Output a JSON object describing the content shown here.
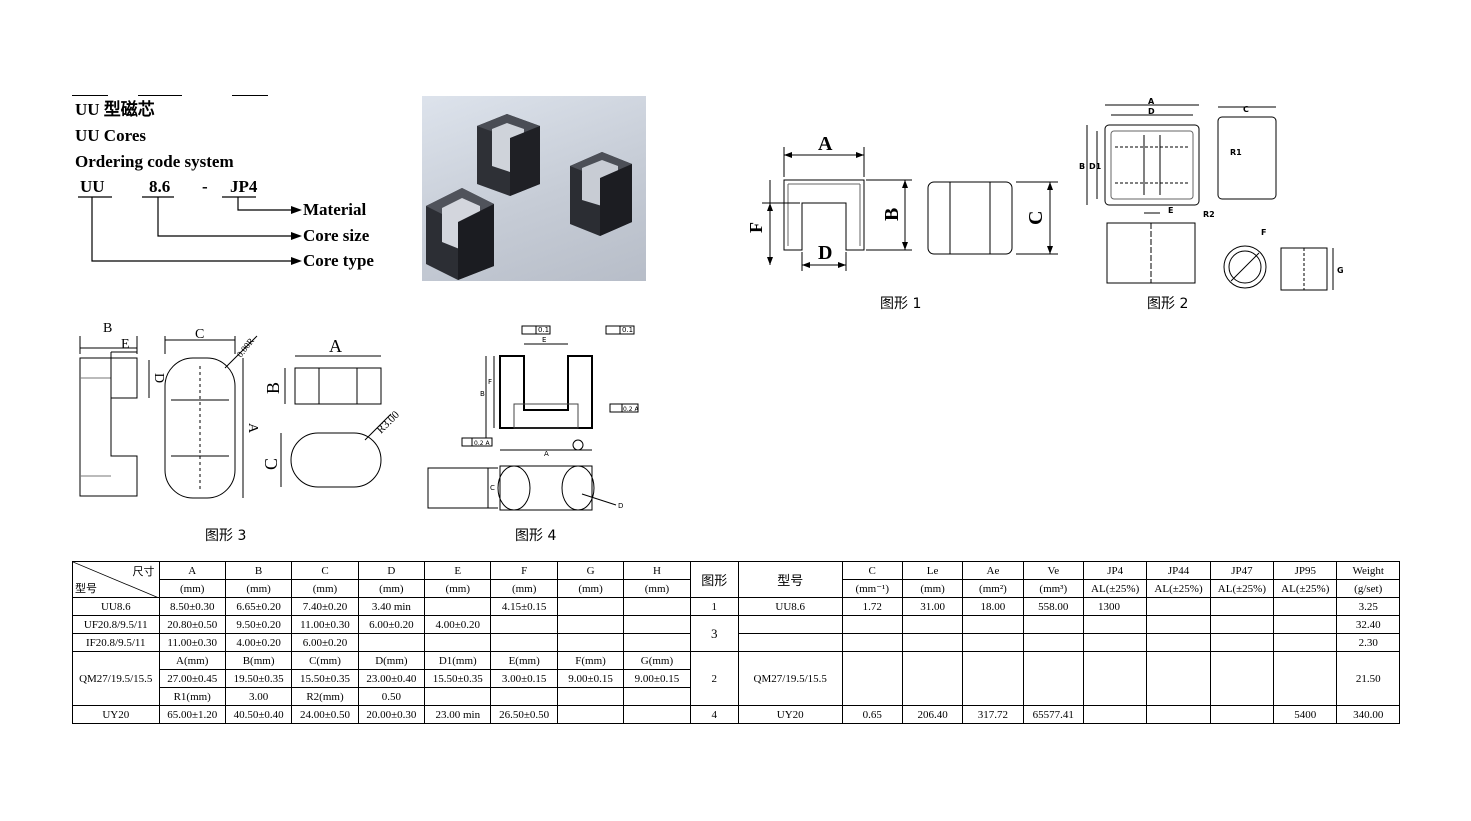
{
  "header": {
    "title_cn": "UU   型磁芯",
    "title_en": "UU   Cores",
    "ordering": "Ordering code system",
    "code_type": "UU",
    "code_size": "8.6",
    "code_dash": "-",
    "code_material": "JP4",
    "label_material": "Material",
    "label_size": "Core size",
    "label_type": "Core type"
  },
  "captions": {
    "fig1": "图形 1",
    "fig2": "图形 2",
    "fig3": "图形 3",
    "fig4": "图形 4"
  },
  "fig1": {
    "A": "A",
    "B": "B",
    "C": "C",
    "D": "D",
    "F": "F"
  },
  "fig2": {
    "A": "A",
    "D": "D",
    "C": "C",
    "B": "B",
    "D1": "D1",
    "R1": "R1",
    "R2": "R2",
    "E": "E",
    "F": "F",
    "G": "G"
  },
  "fig3": {
    "B": "B",
    "E": "E",
    "C": "C",
    "D": "D",
    "A": "A",
    "A2": "A",
    "B2": "B",
    "C2": "C",
    "R08": "0.00R",
    "R3": "R3.00"
  },
  "fig4": {
    "E": "E",
    "F": "F",
    "B": "B",
    "A": "A",
    "C": "C",
    "D": "D",
    "tol1": "0.1",
    "tol2": "0.1",
    "tol3": "0.2 A",
    "tol4": "0.2 A"
  },
  "table": {
    "corner_top": "尺寸",
    "corner_bottom": "型号",
    "head": [
      {
        "l1": "A",
        "l2": "(mm)"
      },
      {
        "l1": "B",
        "l2": "(mm)"
      },
      {
        "l1": "C",
        "l2": "(mm)"
      },
      {
        "l1": "D",
        "l2": "(mm)"
      },
      {
        "l1": "E",
        "l2": "(mm)"
      },
      {
        "l1": "F",
        "l2": "(mm)"
      },
      {
        "l1": "G",
        "l2": "(mm)"
      },
      {
        "l1": "H",
        "l2": "(mm)"
      }
    ],
    "col_fig": "图形",
    "col_model": "型号",
    "col_c1": "C",
    "col_c1_unit": "(mm⁻¹)",
    "col_le": "Le",
    "col_le_unit": "(mm)",
    "col_ae": "Ae",
    "col_ae_unit": "(mm²)",
    "col_ve": "Ve",
    "col_ve_unit": "(mm³)",
    "col_jp4": "JP4",
    "col_jp44": "JP44",
    "col_jp47": "JP47",
    "col_jp95": "JP95",
    "al": "AL(±25%)",
    "col_weight": "Weight",
    "col_weight_unit": "(g/set)",
    "rows": {
      "uu86": {
        "model": "UU8.6",
        "A": "8.50±0.30",
        "B": "6.65±0.20",
        "C": "7.40±0.20",
        "D": "3.40  min",
        "E": "",
        "F": "4.15±0.15",
        "G": "",
        "H": "",
        "fig": "1",
        "model2": "UU8.6",
        "c1": "1.72",
        "le": "31.00",
        "ae": "18.00",
        "ve": "558.00",
        "jp4": "1300",
        "jp44": "",
        "jp47": "",
        "jp95": "",
        "weight": "3.25"
      },
      "uf20": {
        "model": "UF20.8/9.5/11",
        "A": "20.80±0.50",
        "B": "9.50±0.20",
        "C": "11.00±0.30",
        "D": "6.00±0.20",
        "E": "4.00±0.20",
        "weight": "32.40"
      },
      "if20": {
        "model": "IF20.8/9.5/11",
        "A": "11.00±0.30",
        "B": "4.00±0.20",
        "C": "6.00±0.20",
        "weight": "2.30"
      },
      "fig3": "3",
      "qm_sub": [
        "A(mm)",
        "B(mm)",
        "C(mm)",
        "D(mm)",
        "D1(mm)",
        "E(mm)",
        "F(mm)",
        "G(mm)"
      ],
      "qm": {
        "model": "QM27/19.5/15.5",
        "A": "27.00±0.45",
        "B": "19.50±0.35",
        "C": "15.50±0.35",
        "D": "23.00±0.40",
        "D1": "15.50±0.35",
        "E": "3.00±0.15",
        "F": "9.00±0.15",
        "G": "9.00±0.15",
        "fig": "2",
        "model2": "QM27/19.5/15.5",
        "weight": "21.50"
      },
      "qm_r": {
        "r1_label": "R1(mm)",
        "r1": "3.00",
        "r2_label": "R2(mm)",
        "r2": "0.50"
      },
      "uy20": {
        "model": "UY20",
        "A": "65.00±1.20",
        "B": "40.50±0.40",
        "C": "24.00±0.50",
        "D": "20.00±0.30",
        "E": "23.00  min",
        "F": "26.50±0.50",
        "G": "",
        "H": "",
        "fig": "4",
        "model2": "UY20",
        "c1": "0.65",
        "le": "206.40",
        "ae": "317.72",
        "ve": "65577.41",
        "jp95": "5400",
        "weight": "340.00"
      }
    }
  }
}
